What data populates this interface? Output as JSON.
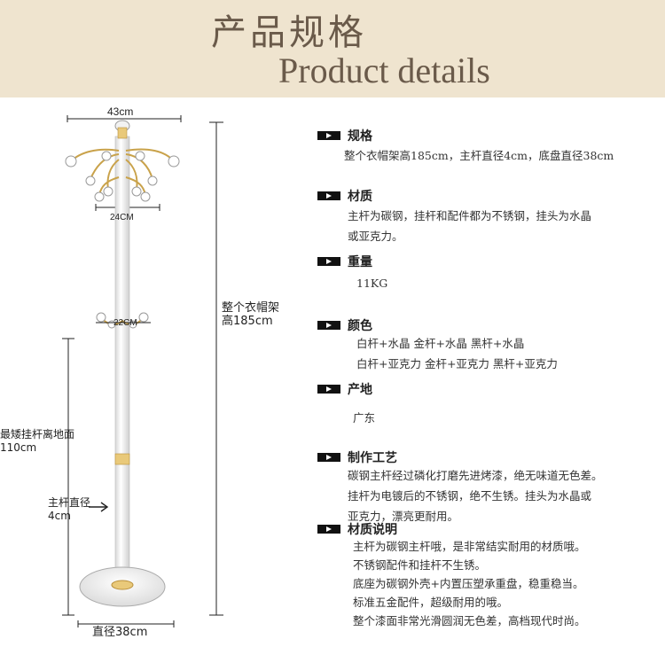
{
  "banner": {
    "title_cn": "产品规格",
    "title_en": "Product details"
  },
  "dimensions": {
    "top_width": "43cm",
    "hook_width": "24CM",
    "mid_width": "22CM",
    "total_height_line1": "整个衣帽架",
    "total_height_line2": "高185cm",
    "lowest_line1": "最矮挂杆离地面",
    "lowest_line2": "110cm",
    "pole_line1": "主杆直径",
    "pole_line2": "4cm",
    "base": "直径38cm"
  },
  "specs": [
    {
      "title": "规格",
      "lines": [
        "整个衣帽架高185cm，主杆直径4cm，底盘直径38cm"
      ]
    },
    {
      "title": "材质",
      "lines": [
        "主杆为碳钢，挂杆和配件都为不锈钢，挂头为水晶",
        "或亚克力。"
      ]
    },
    {
      "title": "重量",
      "lines": [
        "11KG"
      ]
    },
    {
      "title": "颜色",
      "lines": [
        "白杆+水晶  金杆+水晶   黑杆+水晶",
        "白杆+亚克力    金杆+亚克力   黑杆+亚克力"
      ]
    },
    {
      "title": "产地",
      "lines": [
        "广东"
      ]
    },
    {
      "title": "制作工艺",
      "lines": [
        "碳钢主杆经过磷化打磨先进烤漆，绝无味道无色差。",
        "挂杆为电镀后的不锈钢，绝不生锈。挂头为水晶或",
        "亚克力，漂亮更耐用。"
      ]
    },
    {
      "title": "材质说明",
      "lines": [
        "主杆为碳钢主杆哦，是非常结实耐用的材质哦。",
        "不锈钢配件和挂杆不生锈。",
        "底座为碳钢外壳+内置压塑承重盘，稳重稳当。",
        "标准五金配件，超级耐用的哦。",
        "整个漆面非常光滑圆润无色差，高档现代时尚。"
      ]
    }
  ]
}
